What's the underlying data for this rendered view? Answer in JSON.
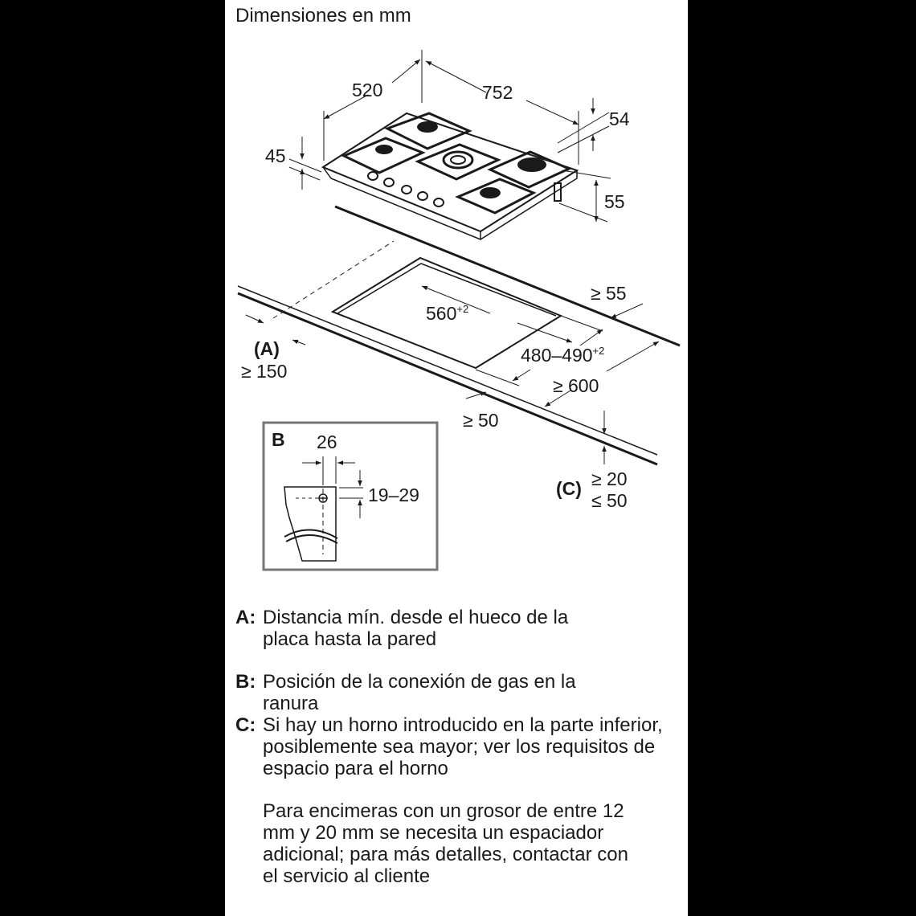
{
  "title": "Dimensiones en mm",
  "hob": {
    "depth": "520",
    "width": "752",
    "height_total": "54",
    "height_front": "45",
    "gas_connection_height": "55"
  },
  "cutout": {
    "width": "560",
    "width_tolerance": "+2",
    "depth": "480–490",
    "depth_tolerance": "+2",
    "rear_clearance": "≥ 55",
    "front_clearance": "≥ 50",
    "min_counter_depth": "≥ 600",
    "wall_label": "(A)",
    "wall_distance": "≥ 150",
    "thickness_label": "(C)",
    "thickness_min": "≥ 20",
    "thickness_max": "≤ 50"
  },
  "detail_b": {
    "label": "B",
    "width": "26",
    "height_range": "19–29"
  },
  "legend": [
    {
      "key": "A:",
      "text": "Distancia mín. desde el hueco de la placa hasta la pared"
    },
    {
      "key": "B:",
      "text": "Posición de la conexión de gas en la ranura"
    },
    {
      "key": "C:",
      "text": "Si hay un horno introducido en la parte inferior, posiblemente sea mayor; ver los requisitos de espacio para el horno"
    }
  ],
  "note": "Para encimeras con un grosor de entre 12 mm y 20 mm se necesita un espaciador adicional; para más detalles, contactar con el servicio al cliente"
}
